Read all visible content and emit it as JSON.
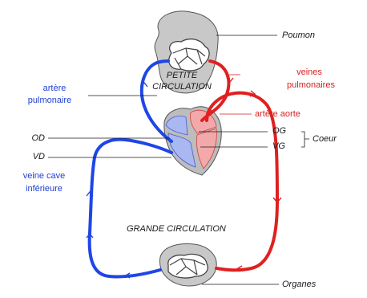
{
  "labels": {
    "poumon": "Poumon",
    "petite_1": "PETITE",
    "petite_2": "CIRCULATION",
    "veines_1": "veines",
    "veines_2": "pulmonaires",
    "artere_pulm_1": "artère",
    "artere_pulm_2": "pulmonaire",
    "artere_aorte": "artère aorte",
    "od": "OD",
    "vd": "VD",
    "og": "OG",
    "vg": "VG",
    "coeur": "Coeur",
    "veine_cave_1": "veine cave",
    "veine_cave_2": "inférieure",
    "grande": "GRANDE CIRCULATION",
    "organes": "Organes"
  },
  "colors": {
    "oxygenated": "#e02020",
    "deoxygenated": "#1e46e6",
    "organ_fill": "#c8c8c8",
    "text_dark": "#1a1a1a",
    "text_red": "#d42020",
    "text_blue": "#2040d0"
  }
}
